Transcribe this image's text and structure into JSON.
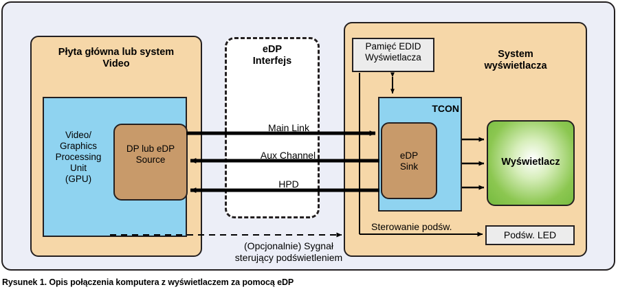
{
  "figure": {
    "caption": "Rysunek 1. Opis połączenia komputera z wyświetlaczem za pomocą eDP"
  },
  "colors": {
    "panel_background": "#eceef7",
    "system_fill": "#f6d7a8",
    "chip_fill": "#8fd3f0",
    "source_fill": "#c89a6a",
    "display_fill": "#8cc751",
    "memory_fill": "#ececec",
    "interface_fill": "#ffffff",
    "stroke": "#231f20"
  },
  "diagram": {
    "blocks": {
      "motherboard": {
        "label": "Płyta główna lub system\nVideo"
      },
      "edp_interface": {
        "label": "eDP\nInterfejs"
      },
      "display_system": {
        "label": "System\nwyświetlacza"
      },
      "gpu": {
        "label": "Video/\nGraphics\nProcessing\nUnit\n(GPU)"
      },
      "dp_source": {
        "label": "DP lub eDP\nSource"
      },
      "tcon": {
        "label": "TCON"
      },
      "edp_sink": {
        "label": "eDP\nSink"
      },
      "edid_memory": {
        "label": "Pamięć EDID\nWyświetlacza"
      },
      "display_panel": {
        "label": "Wyświetlacz"
      },
      "backlight_led": {
        "label": "Podśw. LED"
      }
    },
    "connections": [
      {
        "name": "main-link",
        "label": "Main Link",
        "direction": "source-to-sink"
      },
      {
        "name": "aux-channel",
        "label": "Aux Channel",
        "direction": "sink-to-source"
      },
      {
        "name": "hpd",
        "label": "HPD",
        "direction": "sink-to-source"
      },
      {
        "name": "backlight-control",
        "label": "Sterowanie podśw.",
        "direction": "tcon-to-led"
      },
      {
        "name": "optional-backlight-signal",
        "label": "(Opcjonalnie) Sygnał\nsterujący podświetleniem",
        "direction": "gpu-to-display-system"
      },
      {
        "name": "edid-link",
        "label": "",
        "direction": "bidirectional"
      }
    ]
  }
}
